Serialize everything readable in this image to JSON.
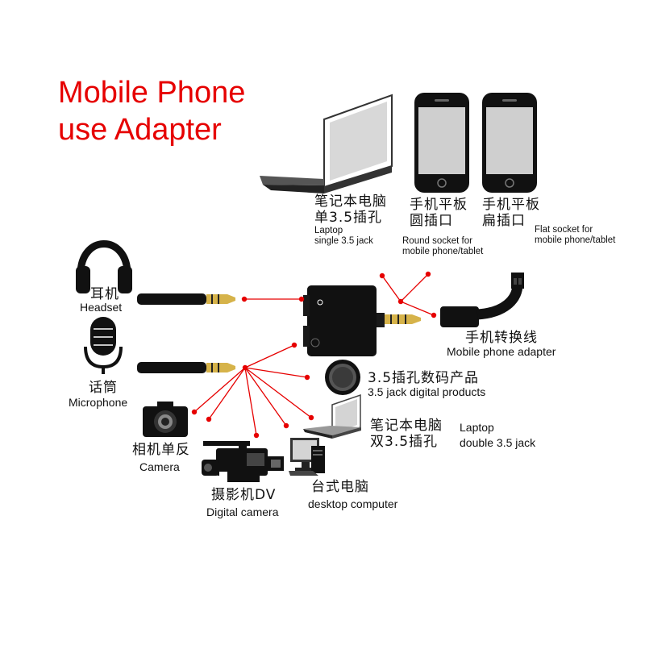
{
  "title": {
    "line1": "Mobile Phone",
    "line2": "use Adapter"
  },
  "accent_color": "#e60000",
  "devices": {
    "laptop_single": {
      "cn_line1": "笔记本电脑",
      "cn_line2": "单3.5插孔",
      "en_line1": "Laptop",
      "en_line2": "single 3.5 jack",
      "icon": "laptop-icon"
    },
    "phone_round": {
      "cn_line1": "手机平板",
      "cn_line2": "圆插口",
      "en_line1": "Round socket for",
      "en_line2": "mobile phone/tablet",
      "icon": "smartphone-icon"
    },
    "phone_flat": {
      "cn_line1": "手机平板",
      "cn_line2": "扁插口",
      "en_line1": "Flat socket for",
      "en_line2": "mobile phone/tablet",
      "icon": "smartphone-icon"
    },
    "headset": {
      "cn": "耳机",
      "en": "Headset",
      "icon": "headphones-icon"
    },
    "microphone": {
      "cn": "话筒",
      "en": "Microphone",
      "icon": "microphone-icon"
    },
    "mobile_adapter": {
      "cn": "手机转换线",
      "en": "Mobile phone adapter",
      "icon": "usb-cable-icon"
    },
    "digital_products": {
      "cn": "3.5插孔数码产品",
      "en": "3.5 jack digital products",
      "icon": "speaker-icon"
    },
    "laptop_double": {
      "cn_line1": "笔记本电脑",
      "cn_line2": "双3.5插孔",
      "en_line1": "Laptop",
      "en_line2": "double 3.5 jack",
      "icon": "laptop-icon"
    },
    "camera": {
      "cn": "相机单反",
      "en": "Camera",
      "icon": "camera-icon"
    },
    "video_camera": {
      "cn": "摄影机DV",
      "en": "Digital camera",
      "icon": "video-camera-icon"
    },
    "desktop": {
      "cn": "台式电脑",
      "en": "desktop computer",
      "icon": "desktop-computer-icon"
    }
  }
}
